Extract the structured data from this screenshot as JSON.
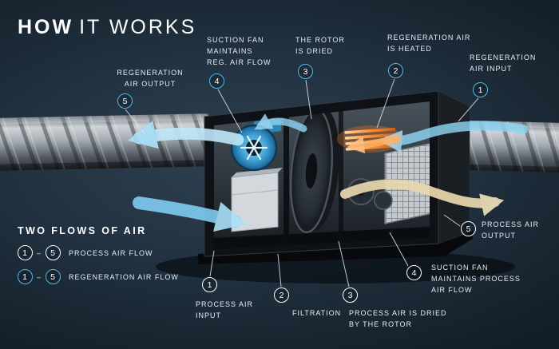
{
  "title": {
    "primary": "HOW",
    "secondary": "IT WORKS"
  },
  "colors": {
    "background": "#18242f",
    "regeneration_accent": "#55b8e9",
    "process_accent": "#ffffff",
    "heater_glow": "#ff8f2f",
    "dried_air_arrow": "#e9d8ae",
    "label_text": "#e8eef4"
  },
  "legend": {
    "heading": "TWO FLOWS OF AIR",
    "separator": "–",
    "rows": [
      {
        "from": "1",
        "to": "5",
        "label": "PROCESS AIR FLOW"
      },
      {
        "from": "1",
        "to": "5",
        "label": "REGENERATION AIR FLOW"
      }
    ]
  },
  "callouts": {
    "regeneration": [
      {
        "num": "1",
        "label": "REGENERATION\nAIR INPUT"
      },
      {
        "num": "2",
        "label": "REGENERATION AIR\nIS HEATED"
      },
      {
        "num": "3",
        "label": "THE ROTOR\nIS DRIED"
      },
      {
        "num": "4",
        "label": "SUCTION FAN\nMAINTAINS\nREG. AIR FLOW"
      },
      {
        "num": "5",
        "label": "REGENERATION\nAIR OUTPUT"
      }
    ],
    "process": [
      {
        "num": "1",
        "label": "PROCESS AIR\nINPUT"
      },
      {
        "num": "2",
        "label": "FILTRATION"
      },
      {
        "num": "3",
        "label": "PROCESS AIR IS DRIED\nBY THE ROTOR"
      },
      {
        "num": "4",
        "label": "SUCTION FAN\nMAINTAINS PROCESS\nAIR FLOW"
      },
      {
        "num": "5",
        "label": "PROCESS AIR\nOUTPUT"
      }
    ]
  },
  "illustration": {
    "parts": [
      "left-duct",
      "right-duct",
      "dehumidifier-cutaway",
      "regeneration-fan",
      "desiccant-rotor",
      "heater-element",
      "filter-panel",
      "process-fan",
      "filter-box",
      "machine-base"
    ],
    "flow_arrows": [
      "regeneration-input-arrow",
      "heated-air-arrow",
      "rotor-to-fan-arrow",
      "regeneration-output-arrow",
      "process-input-arrow",
      "process-output-arrow"
    ]
  }
}
